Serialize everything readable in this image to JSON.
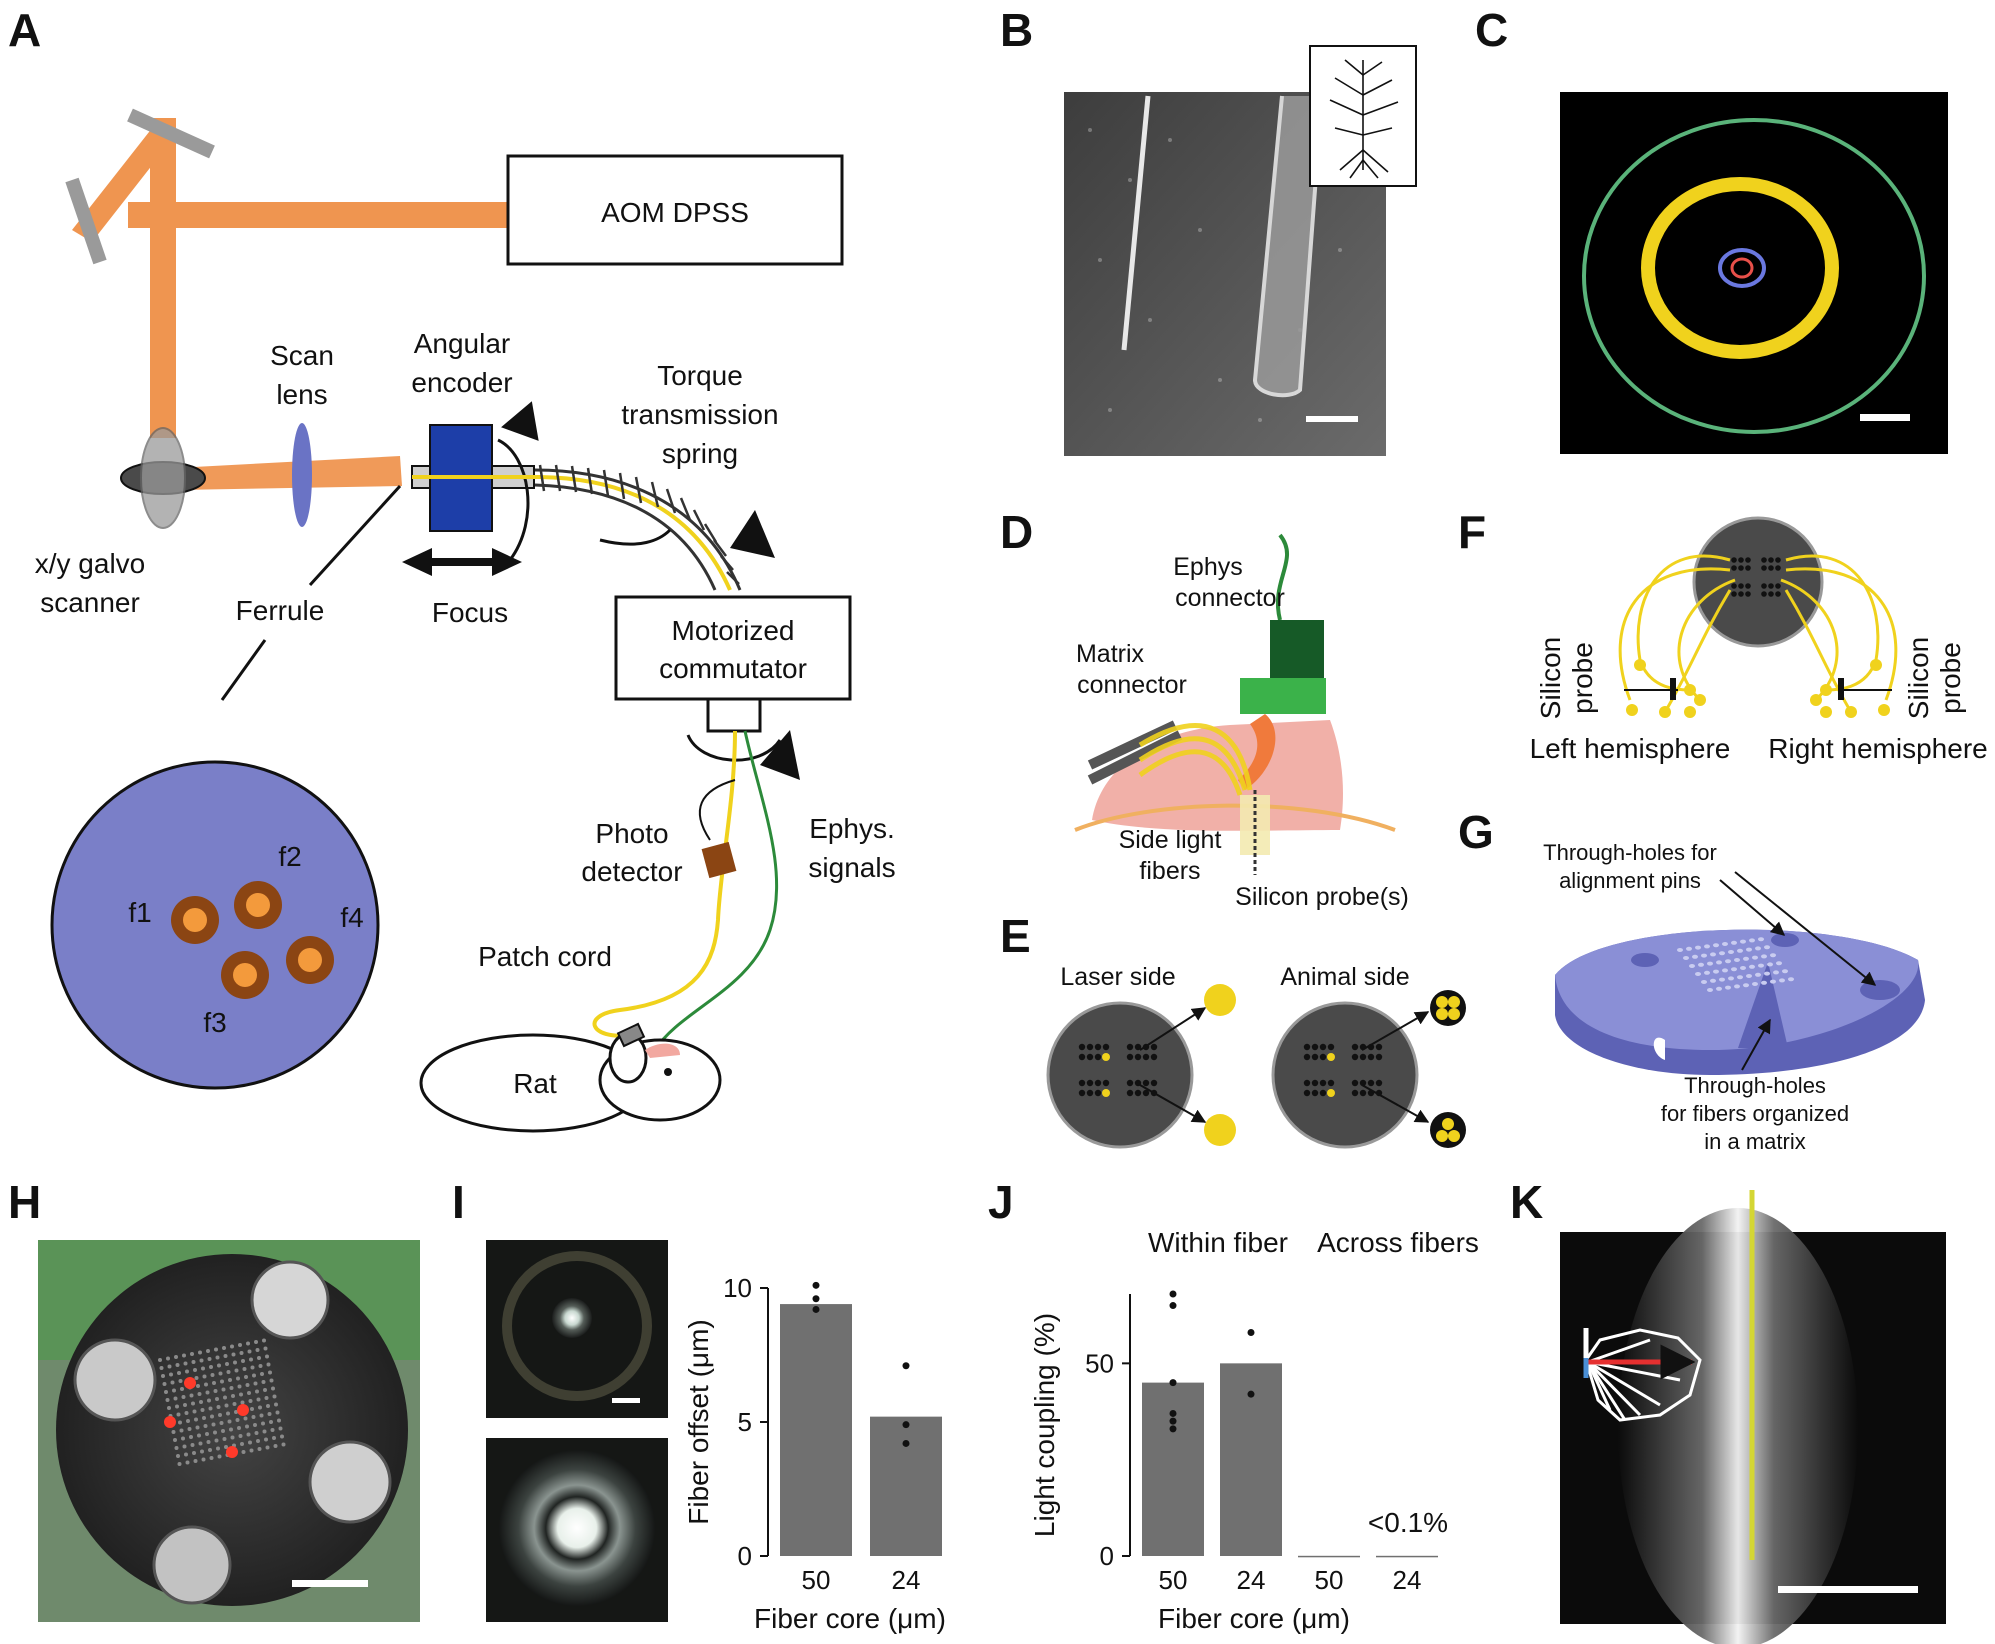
{
  "panels": {
    "A": {
      "label": "A",
      "aom": "AOM DPSS",
      "scan_lens": [
        "Scan",
        "lens"
      ],
      "angular_encoder": [
        "Angular",
        "encoder"
      ],
      "torque_spring": [
        "Torque",
        "transmission",
        "spring"
      ],
      "galvo": [
        "x/y galvo",
        "scanner"
      ],
      "ferrule": "Ferrule",
      "focus": "Focus",
      "commutator": [
        "Motorized",
        "commutator"
      ],
      "photo_detector": [
        "Photo",
        "detector"
      ],
      "ephys_signals": [
        "Ephys.",
        "signals"
      ],
      "patch_cord": "Patch cord",
      "rat": "Rat",
      "fibers": [
        "f1",
        "f2",
        "f3",
        "f4"
      ]
    },
    "B": {
      "label": "B"
    },
    "C": {
      "label": "C"
    },
    "D": {
      "label": "D",
      "ephys_connector": [
        "Ephys",
        "connector"
      ],
      "matrix_connector": [
        "Matrix",
        "connector"
      ],
      "side_light_fibers": [
        "Side light",
        "fibers"
      ],
      "silicon_probes": "Silicon probe(s)"
    },
    "E": {
      "label": "E",
      "laser_side": "Laser side",
      "animal_side": "Animal side"
    },
    "F": {
      "label": "F",
      "silicon_probe_left": [
        "Silicon",
        "probe"
      ],
      "silicon_probe_right": [
        "Silicon",
        "probe"
      ],
      "left_hemisphere": "Left hemisphere",
      "right_hemisphere": "Right hemisphere"
    },
    "G": {
      "label": "G",
      "pins": [
        "Through-holes for",
        "alignment pins"
      ],
      "fibers_matrix": [
        "Through-holes",
        "for fibers organized",
        "in a matrix"
      ]
    },
    "H": {
      "label": "H"
    },
    "I": {
      "label": "I"
    },
    "J": {
      "label": "J",
      "within_fiber": "Within fiber",
      "across_fibers": "Across fibers",
      "annotation": "<0.1%"
    },
    "K": {
      "label": "K"
    }
  },
  "chart_data": [
    {
      "type": "bar",
      "panel": "I",
      "categories": [
        "50",
        "24"
      ],
      "values": [
        9.4,
        5.2
      ],
      "points": [
        [
          10.1,
          9.6,
          9.2
        ],
        [
          7.1,
          4.9,
          4.2
        ]
      ],
      "xlabel": "Fiber core (μm)",
      "ylabel": "Fiber offset (μm)",
      "ylim": [
        0,
        10
      ],
      "yticks": [
        "0",
        "5",
        "10"
      ],
      "bar_color": "#707070"
    },
    {
      "type": "bar",
      "panel": "J",
      "categories": [
        "50",
        "24",
        "50",
        "24"
      ],
      "values": [
        45,
        50,
        0.05,
        0.05
      ],
      "points": [
        [
          68,
          65,
          45,
          37,
          35,
          33
        ],
        [
          58,
          42
        ],
        [],
        []
      ],
      "xlabel": "Fiber core (μm)",
      "ylabel": "Light coupling (%)",
      "ylim": [
        0,
        68
      ],
      "yticks": [
        "0",
        "50"
      ],
      "bar_color": "#707070"
    }
  ]
}
